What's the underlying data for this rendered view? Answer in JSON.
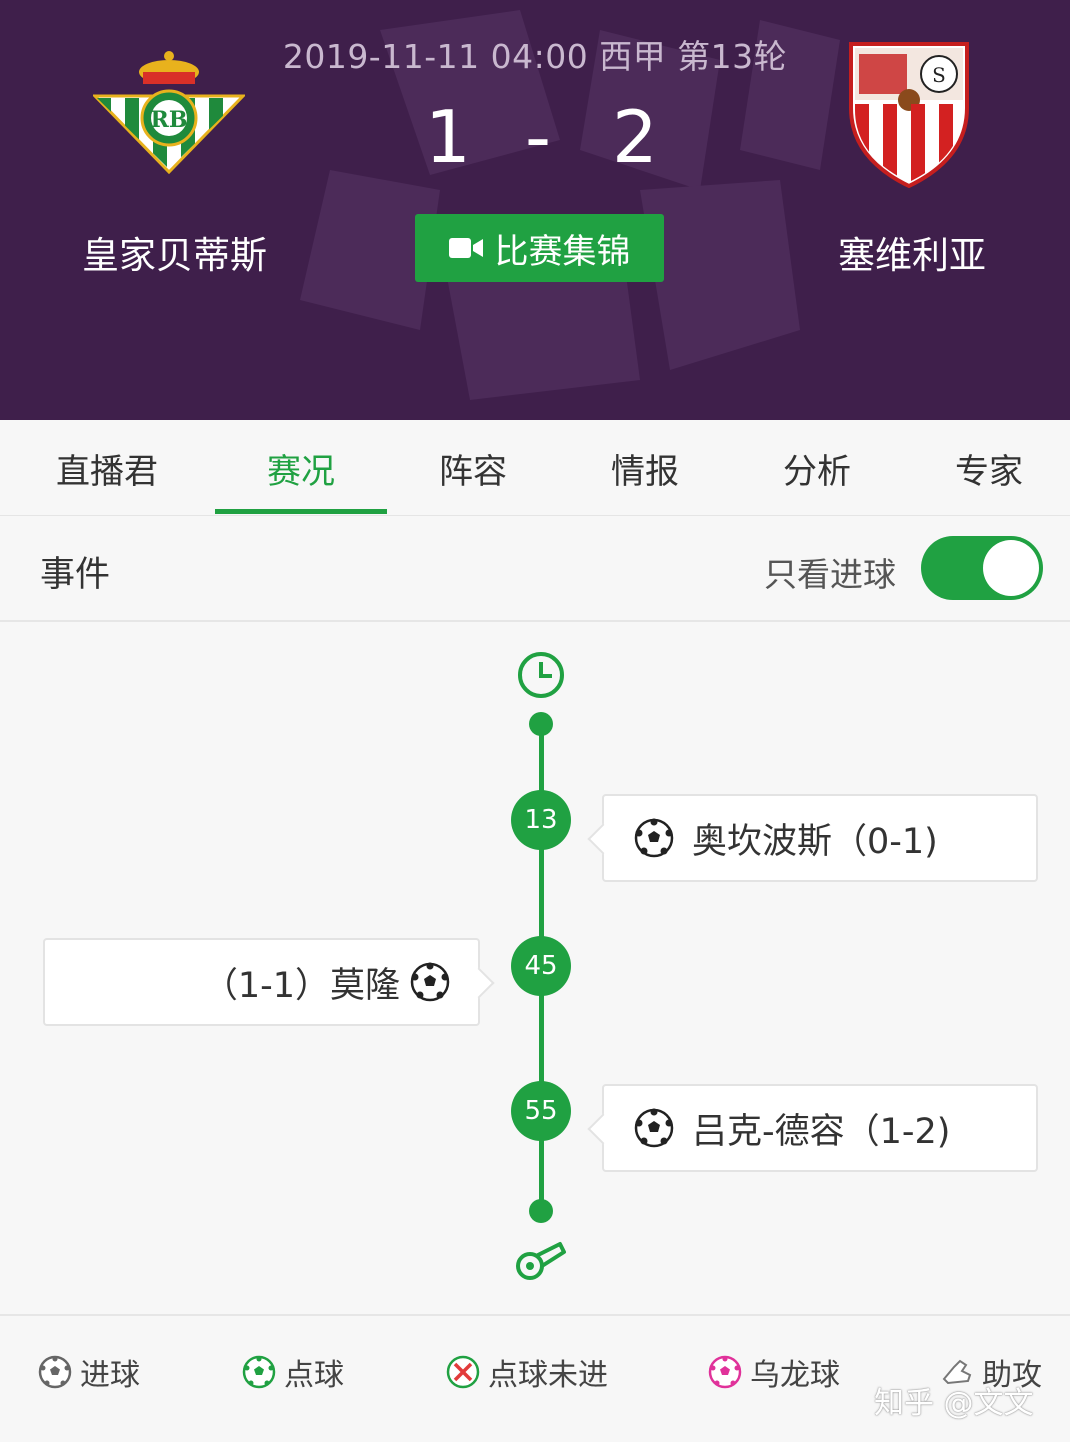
{
  "header": {
    "match_meta": "2019-11-11 04:00 西甲 第13轮",
    "home_team": "皇家贝蒂斯",
    "away_team": "塞维利亚",
    "home_score": "1",
    "score_separator": "-",
    "away_score": "2",
    "highlights_label": "比赛集锦"
  },
  "tabs": [
    {
      "label": "直播君"
    },
    {
      "label": "赛况",
      "active": true
    },
    {
      "label": "阵容"
    },
    {
      "label": "情报"
    },
    {
      "label": "分析"
    },
    {
      "label": "专家"
    }
  ],
  "events": {
    "title": "事件",
    "goals_only_label": "只看进球",
    "goals_only_on": true,
    "items": [
      {
        "minute": "13",
        "side": "away",
        "text": "奥坎波斯（0-1)"
      },
      {
        "minute": "45",
        "side": "home",
        "text": "（1-1）莫隆"
      },
      {
        "minute": "55",
        "side": "away",
        "text": "吕克-德容（1-2)"
      }
    ]
  },
  "legend": [
    {
      "label": "进球",
      "icon": "goal-icon"
    },
    {
      "label": "点球",
      "icon": "penalty-icon"
    },
    {
      "label": "点球未进",
      "icon": "penalty-missed-icon"
    },
    {
      "label": "乌龙球",
      "icon": "own-goal-icon"
    },
    {
      "label": "助攻",
      "icon": "assist-boot-icon"
    }
  ],
  "watermark": "知乎 @文文",
  "colors": {
    "header_bg": "#3f1f4b",
    "accent_green": "#20a142",
    "own_goal_pink": "#e0329a",
    "penalty_missed_red": "#e23b3b"
  }
}
